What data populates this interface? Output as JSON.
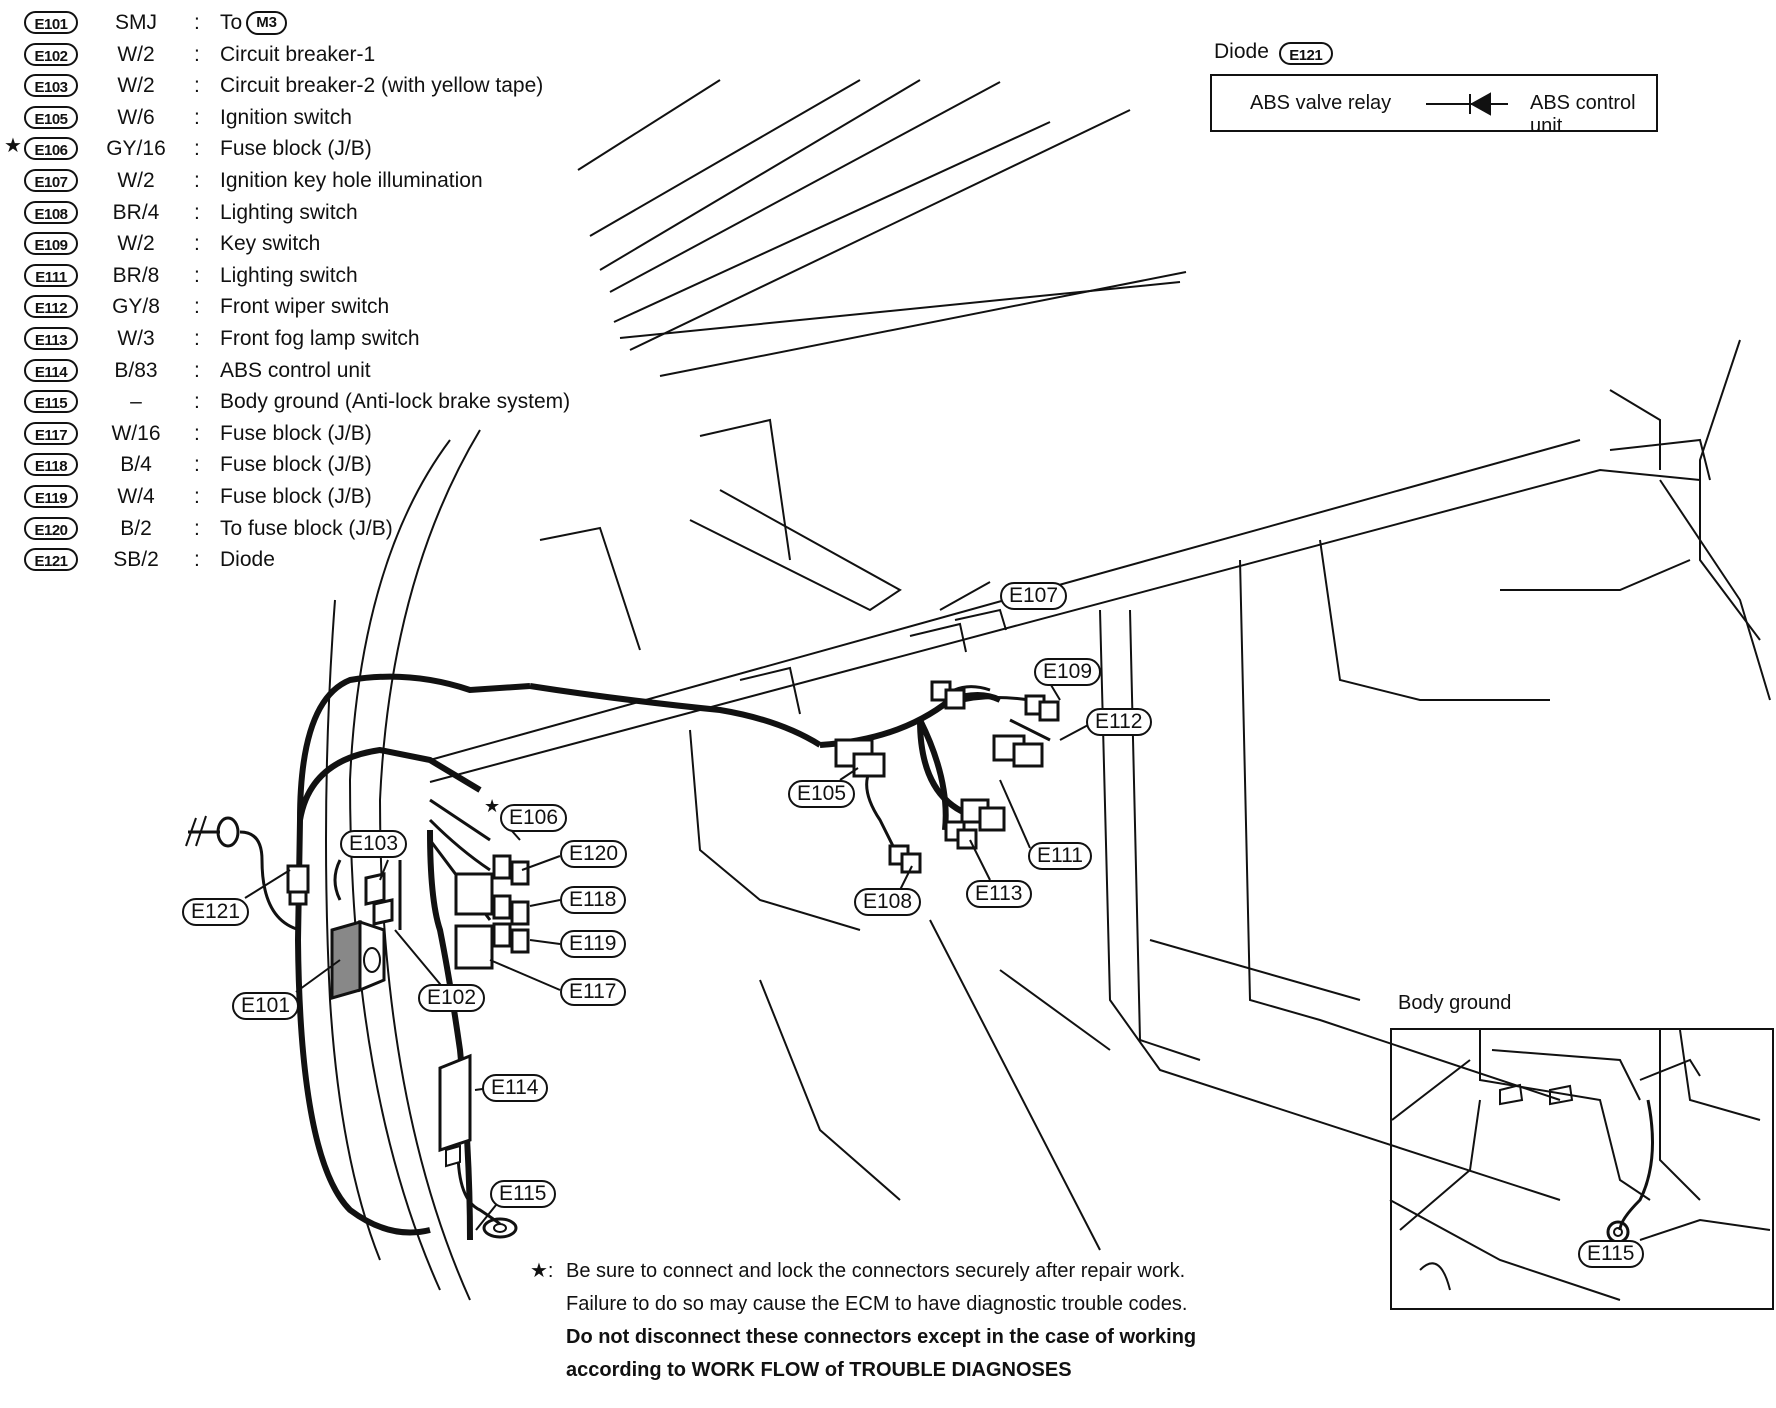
{
  "legend": [
    {
      "id": "E101",
      "spec": "SMJ",
      "desc": "To",
      "ref": "M3",
      "star": false
    },
    {
      "id": "E102",
      "spec": "W/2",
      "desc": "Circuit breaker-1",
      "star": false
    },
    {
      "id": "E103",
      "spec": "W/2",
      "desc": "Circuit breaker-2 (with yellow tape)",
      "star": false
    },
    {
      "id": "E105",
      "spec": "W/6",
      "desc": "Ignition switch",
      "star": false
    },
    {
      "id": "E106",
      "spec": "GY/16",
      "desc": "Fuse block (J/B)",
      "star": true
    },
    {
      "id": "E107",
      "spec": "W/2",
      "desc": "Ignition key hole illumination",
      "star": false
    },
    {
      "id": "E108",
      "spec": "BR/4",
      "desc": "Lighting switch",
      "star": false
    },
    {
      "id": "E109",
      "spec": "W/2",
      "desc": "Key switch",
      "star": false
    },
    {
      "id": "E111",
      "spec": "BR/8",
      "desc": "Lighting switch",
      "star": false
    },
    {
      "id": "E112",
      "spec": "GY/8",
      "desc": "Front wiper switch",
      "star": false
    },
    {
      "id": "E113",
      "spec": "W/3",
      "desc": "Front fog lamp switch",
      "star": false
    },
    {
      "id": "E114",
      "spec": "B/83",
      "desc": "ABS control unit",
      "star": false
    },
    {
      "id": "E115",
      "spec": "–",
      "desc": "Body ground (Anti-lock brake system)",
      "star": false
    },
    {
      "id": "E117",
      "spec": "W/16",
      "desc": "Fuse block (J/B)",
      "star": false
    },
    {
      "id": "E118",
      "spec": "B/4",
      "desc": "Fuse block (J/B)",
      "star": false
    },
    {
      "id": "E119",
      "spec": "W/4",
      "desc": "Fuse block (J/B)",
      "star": false
    },
    {
      "id": "E120",
      "spec": "B/2",
      "desc": "To fuse block (J/B)",
      "star": false
    },
    {
      "id": "E121",
      "spec": "SB/2",
      "desc": "Diode",
      "star": false
    }
  ],
  "colon": ":",
  "star_mark": "★",
  "diode": {
    "title": "Diode",
    "id": "E121",
    "left": "ABS valve relay",
    "right": "ABS control unit"
  },
  "callouts": {
    "E101": "E101",
    "E102": "E102",
    "E103": "E103",
    "E105": "E105",
    "E106": "E106",
    "E107": "E107",
    "E108": "E108",
    "E109": "E109",
    "E111": "E111",
    "E112": "E112",
    "E113": "E113",
    "E114": "E114",
    "E115": "E115",
    "E117": "E117",
    "E118": "E118",
    "E119": "E119",
    "E120": "E120",
    "E121": "E121",
    "E115_inset": "E115"
  },
  "body_ground": {
    "title": "Body ground"
  },
  "note": {
    "star": "★:",
    "line1": "Be sure to connect and lock the connectors securely after repair work.",
    "line2": "Failure to do so may cause the ECM to have diagnostic trouble codes.",
    "line3": "Do not disconnect these connectors except in the case of working",
    "line4": "according to WORK FLOW of TROUBLE DIAGNOSES"
  }
}
